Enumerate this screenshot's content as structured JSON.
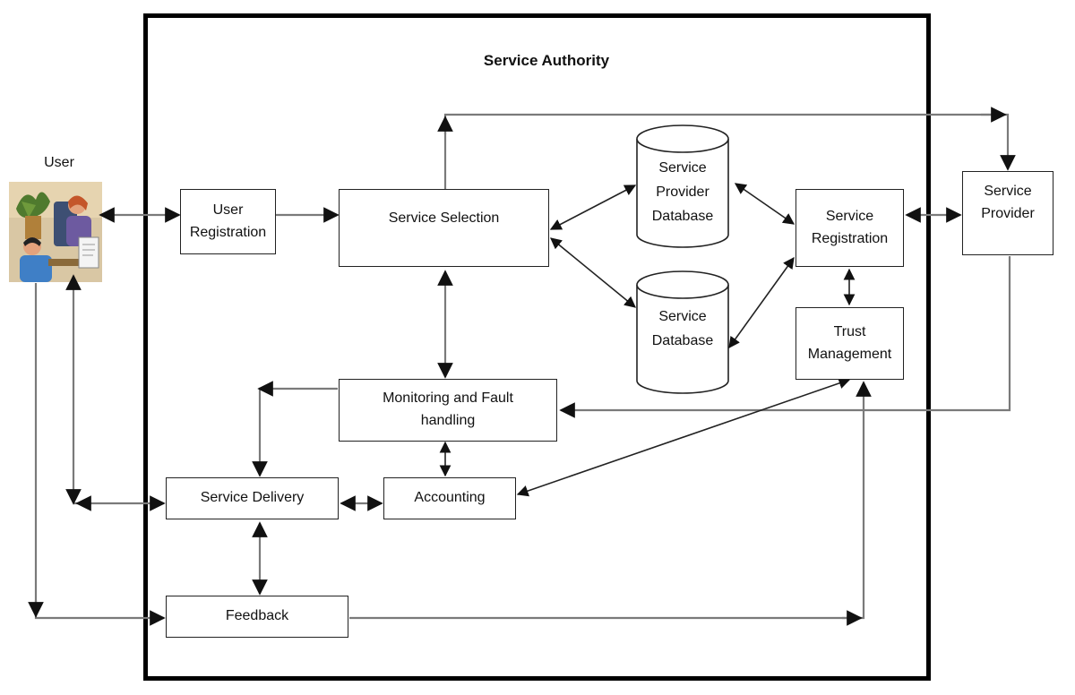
{
  "title": "Service Authority",
  "user_label": "User",
  "boxes": {
    "user_registration": "User\nRegistration",
    "service_selection": "Service Selection",
    "service_registration": "Service\nRegistration",
    "service_provider": "Service\nProvider",
    "trust_management": "Trust\nManagement",
    "monitoring": "Monitoring and Fault\nhandling",
    "service_delivery": "Service Delivery",
    "accounting": "Accounting",
    "feedback": "Feedback"
  },
  "databases": {
    "service_provider_db": "Service\nProvider\nDatabase",
    "service_db": "Service\nDatabase"
  }
}
